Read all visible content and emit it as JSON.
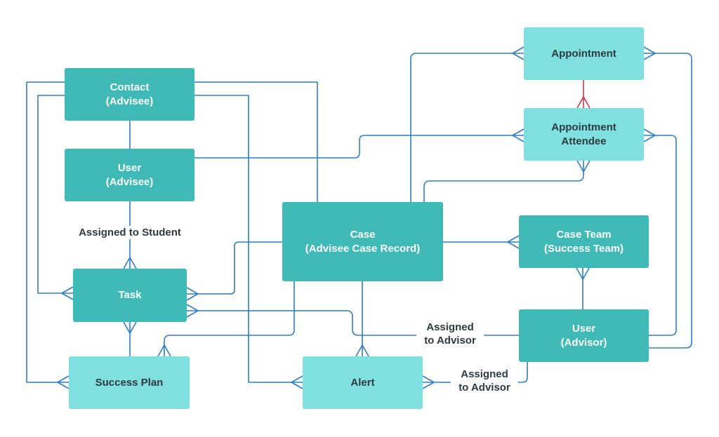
{
  "diagram": {
    "nodes": {
      "contact": {
        "line1": "Contact",
        "line2": "(Advisee)"
      },
      "user_advisee": {
        "line1": "User",
        "line2": "(Advisee)"
      },
      "task": {
        "line1": "Task"
      },
      "success_plan": {
        "line1": "Success Plan"
      },
      "case": {
        "line1": "Case",
        "line2": "(Advisee Case Record)"
      },
      "alert": {
        "line1": "Alert"
      },
      "appointment": {
        "line1": "Appointment"
      },
      "appointment_attendee": {
        "line1": "Appointment",
        "line2": "Attendee"
      },
      "case_team": {
        "line1": "Case Team",
        "line2": "(Success Team)"
      },
      "user_advisor": {
        "line1": "User",
        "line2": "(Advisor)"
      }
    },
    "edge_labels": {
      "assigned_to_student": "Assigned to Student",
      "assigned_to_advisor_1": {
        "line1": "Assigned",
        "line2": "to Advisor"
      },
      "assigned_to_advisor_2": {
        "line1": "Assigned",
        "line2": "to Advisor"
      }
    },
    "colors": {
      "edge": "#2f7fc1",
      "edge_highlight": "#d6334a",
      "entity_dark": "#3fbab6",
      "entity_light": "#7fe0df"
    }
  }
}
